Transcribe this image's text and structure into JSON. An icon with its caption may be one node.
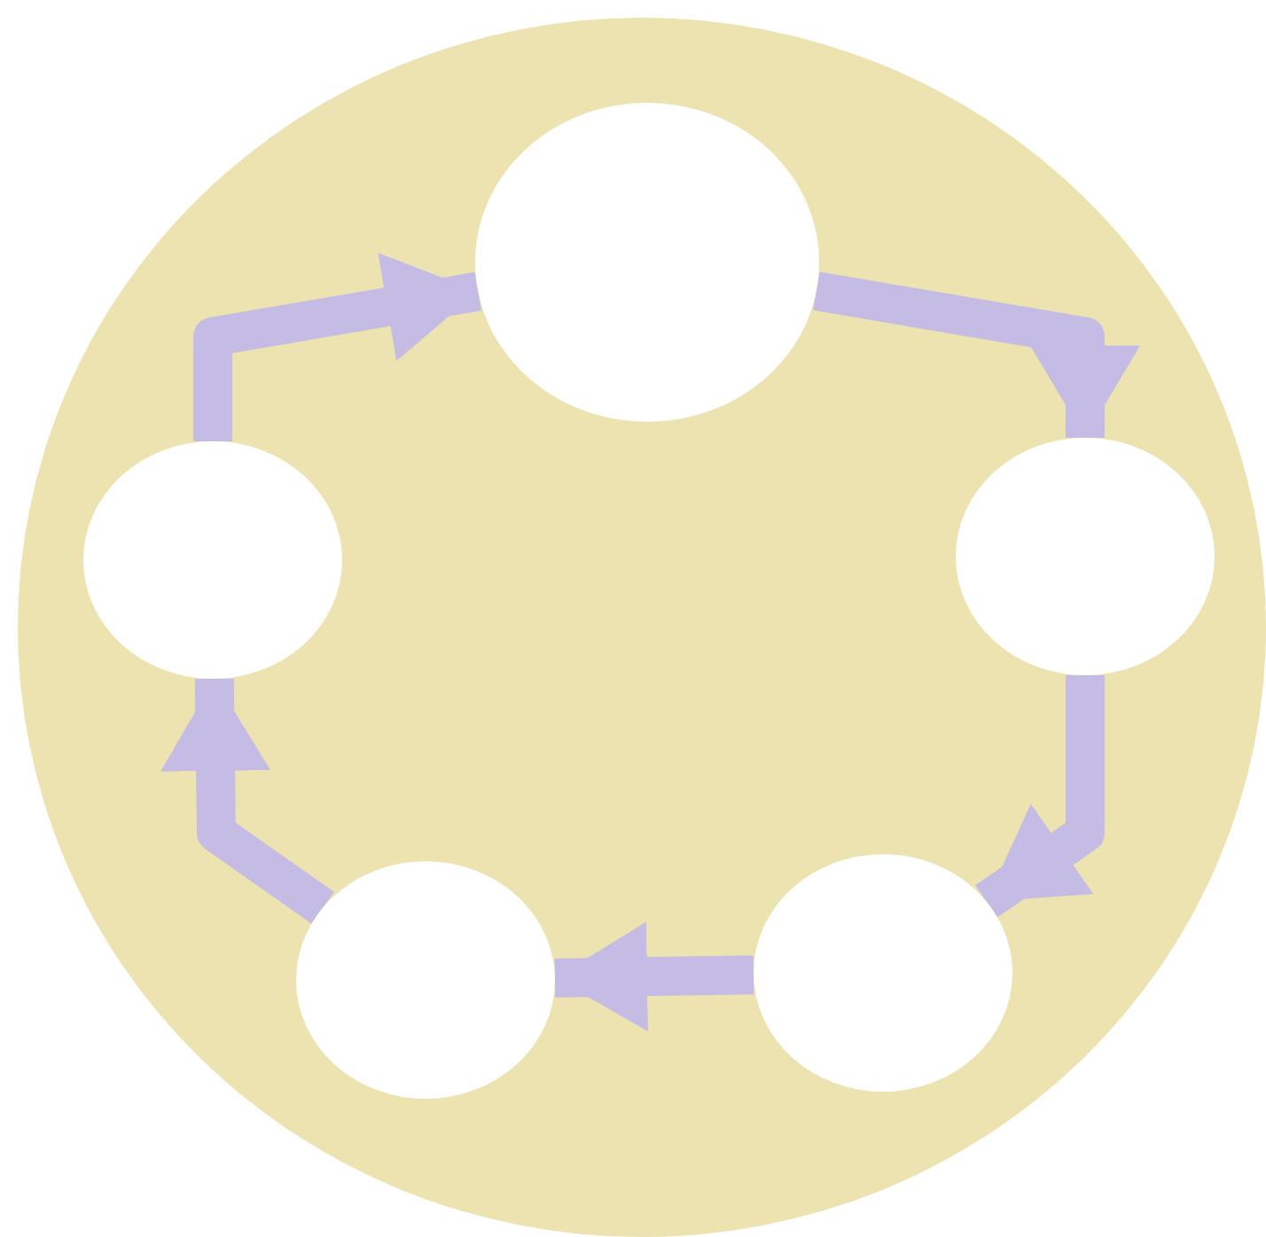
{
  "diagram": {
    "nodes": [
      {
        "text": [],
        "shape": "circle"
      },
      {
        "text": [],
        "shape": "circle",
        "in": 0
      },
      {
        "text": [],
        "shape": "circle",
        "in": 0
      },
      {
        "text": [],
        "shape": "circle",
        "in": 0
      },
      {
        "text": [],
        "shape": "circle",
        "in": 0
      },
      {
        "text": [],
        "shape": "circle",
        "in": 0
      }
    ],
    "edges": [
      {
        "from": 2,
        "to": 1,
        "arrow": "to"
      },
      {
        "from": 1,
        "to": 3,
        "arrow": "to"
      },
      {
        "from": 3,
        "to": 5,
        "arrow": "to"
      },
      {
        "from": 5,
        "to": 4,
        "arrow": "to"
      },
      {
        "from": 4,
        "to": 2,
        "arrow": "to"
      }
    ]
  }
}
